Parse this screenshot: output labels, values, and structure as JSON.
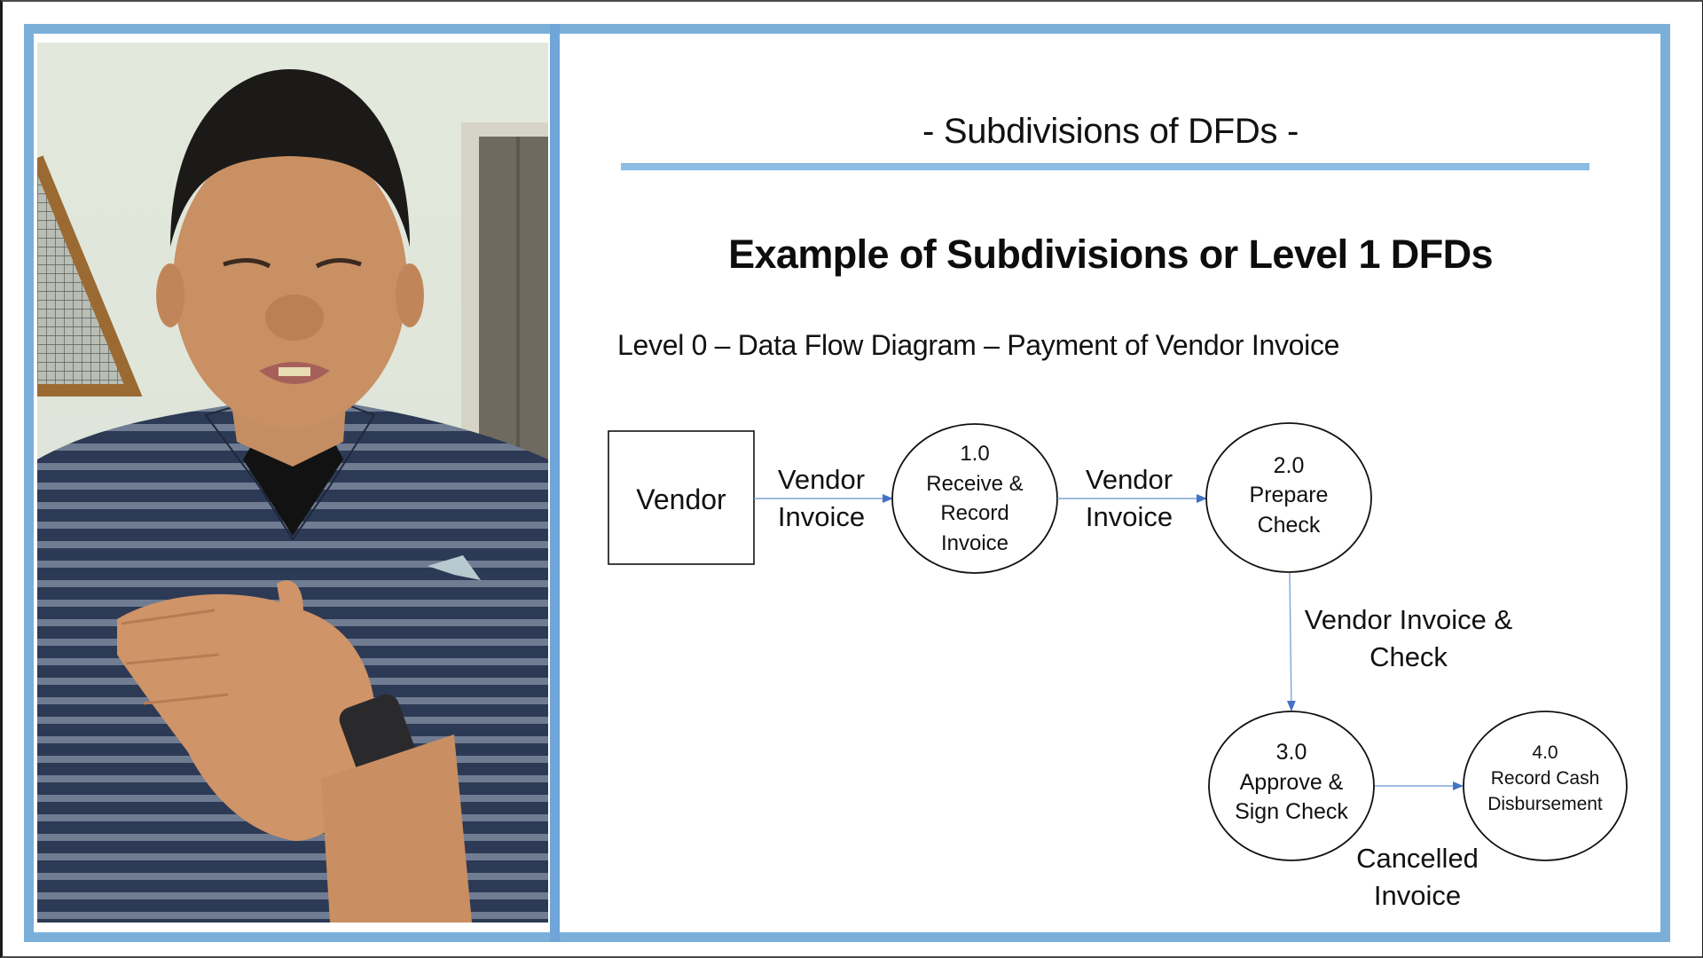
{
  "slide": {
    "title": "- Subdivisions of DFDs -",
    "heading": "Example of Subdivisions or Level 1 DFDs",
    "subtitle": "Level 0 – Data Flow Diagram – Payment of Vendor Invoice"
  },
  "video": {
    "description": "Presenter webcam feed: man in navy-and-gray striped polo speaking, hand on chest, wristwatch, wall decor behind"
  },
  "diagram": {
    "external_entities": [
      {
        "id": "vendor",
        "label": "Vendor"
      }
    ],
    "processes": [
      {
        "id": "p1",
        "number": "1.0",
        "lines": [
          "Receive &",
          "Record",
          "Invoice"
        ]
      },
      {
        "id": "p2",
        "number": "2.0",
        "lines": [
          "Prepare",
          "Check"
        ]
      },
      {
        "id": "p3",
        "number": "3.0",
        "lines": [
          "Approve &",
          "Sign Check"
        ]
      },
      {
        "id": "p4",
        "number": "4.0",
        "lines": [
          "Record Cash",
          "Disbursement"
        ]
      }
    ],
    "flows": [
      {
        "from": "vendor",
        "to": "p1",
        "lines": [
          "Vendor",
          "Invoice"
        ]
      },
      {
        "from": "p1",
        "to": "p2",
        "lines": [
          "Vendor",
          "Invoice"
        ]
      },
      {
        "from": "p2",
        "to": "p3",
        "lines": [
          "Vendor Invoice &",
          "Check"
        ]
      },
      {
        "from": "p3",
        "to": "p4",
        "lines": [
          "Cancelled",
          "Invoice"
        ]
      }
    ]
  },
  "colors": {
    "frame_blue": "#7aafda",
    "rule_blue": "#8dbde3",
    "arrow_blue": "#4472c4",
    "text": "#111111"
  }
}
